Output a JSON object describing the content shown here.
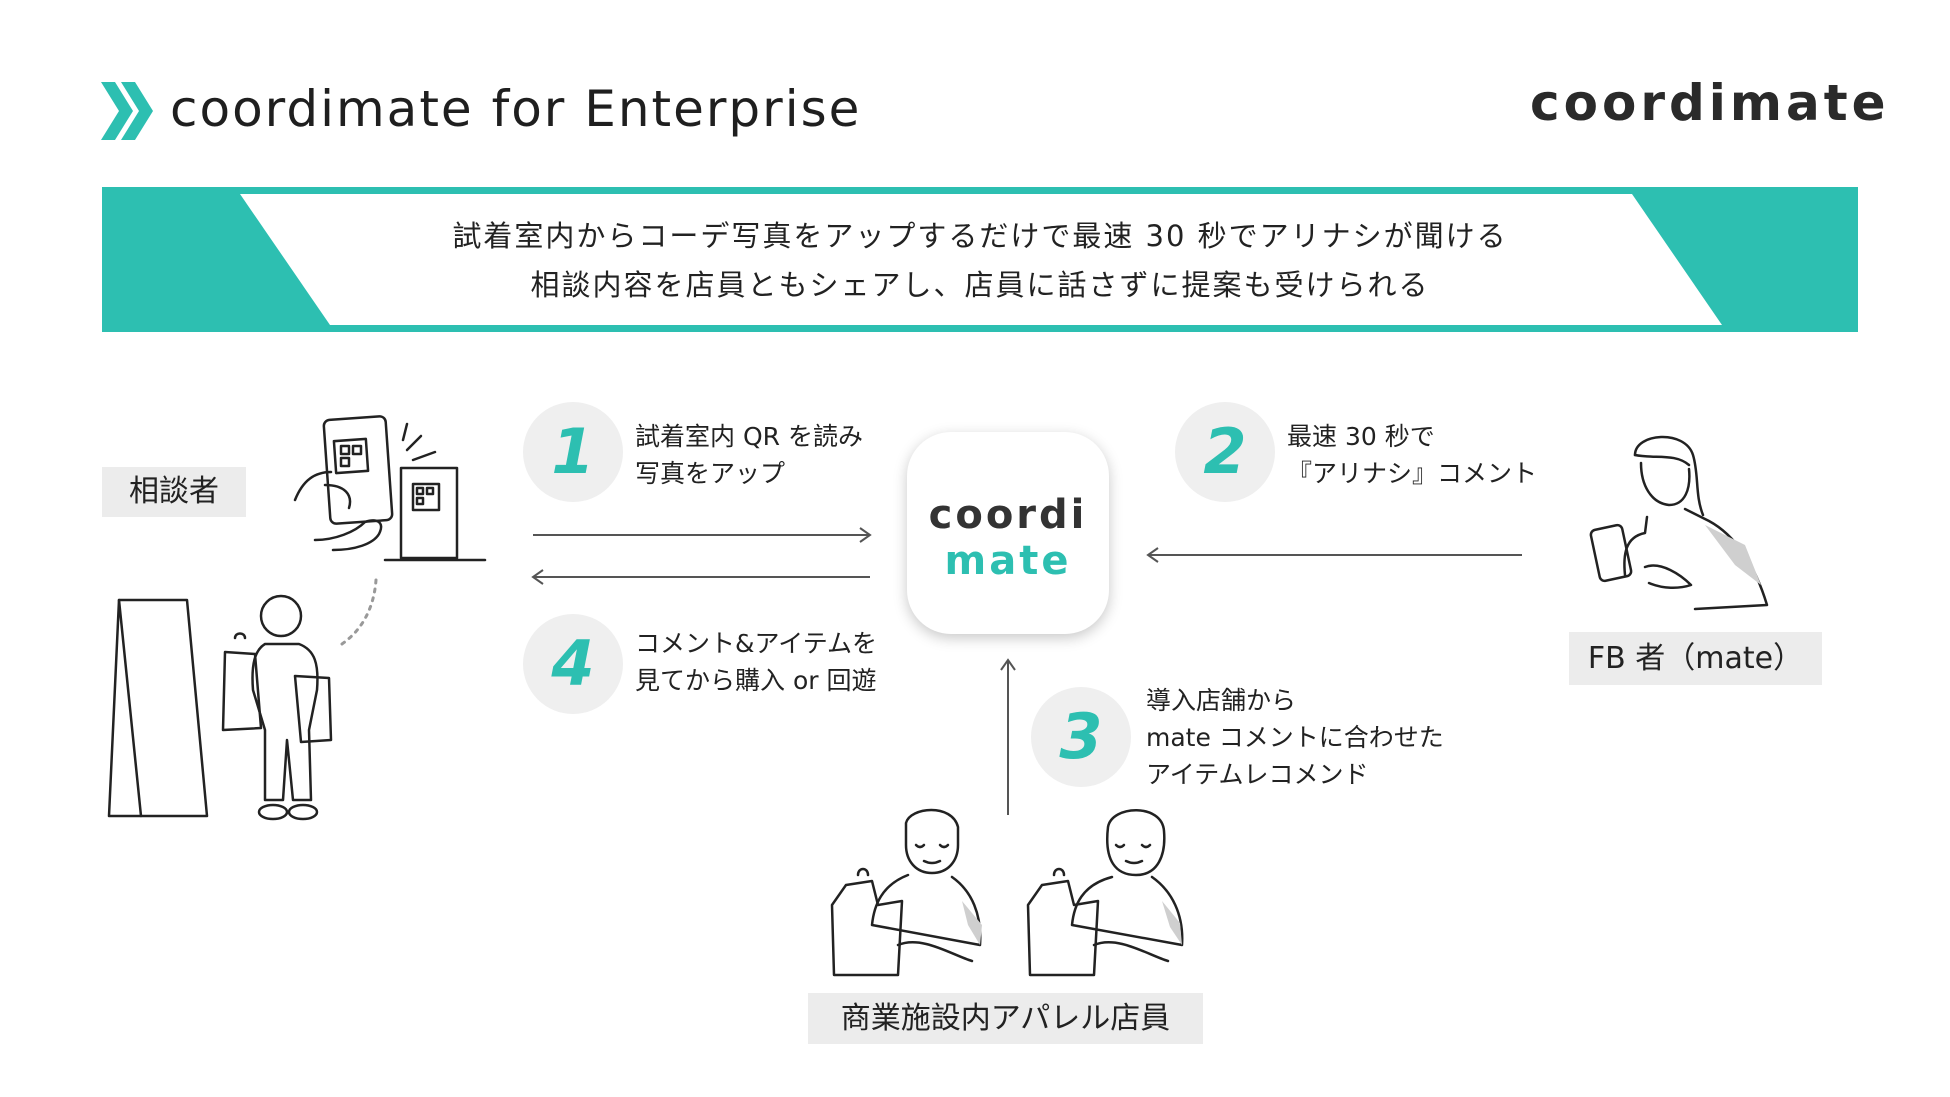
{
  "header": {
    "title": "coordimate for Enterprise",
    "brand": "coordimate"
  },
  "banner": {
    "line1": "試着室内からコーデ写真をアップするだけで最速 30 秒でアリナシが聞ける",
    "line2": "相談内容を店員ともシェアし、店員に話さずに提案も受けられる"
  },
  "roles": {
    "consultant": "相談者",
    "fb": "FB 者（mate）",
    "staff": "商業施設内アパレル店員"
  },
  "steps": [
    {
      "number": "1",
      "line1": "試着室内 QR を読み",
      "line2": "写真をアップ"
    },
    {
      "number": "2",
      "line1": "最速 30 秒で",
      "line2": "『アリナシ』コメント"
    },
    {
      "number": "3",
      "line1": "導入店舗から",
      "line2": "mate コメントに合わせた",
      "line3": "アイテムレコメンド"
    },
    {
      "number": "4",
      "line1": "コメント&アイテムを",
      "line2": "見てから購入 or 回遊"
    }
  ],
  "app": {
    "line1": "coordi",
    "line2": "mate"
  },
  "colors": {
    "accent": "#2dbfb1",
    "label_bg": "#ececec",
    "text": "#222222"
  },
  "icons": [
    "chevron-double-right-icon",
    "qr-phone-illustration",
    "fitting-room-illustration",
    "woman-phone-illustration",
    "shop-staff-illustration"
  ]
}
